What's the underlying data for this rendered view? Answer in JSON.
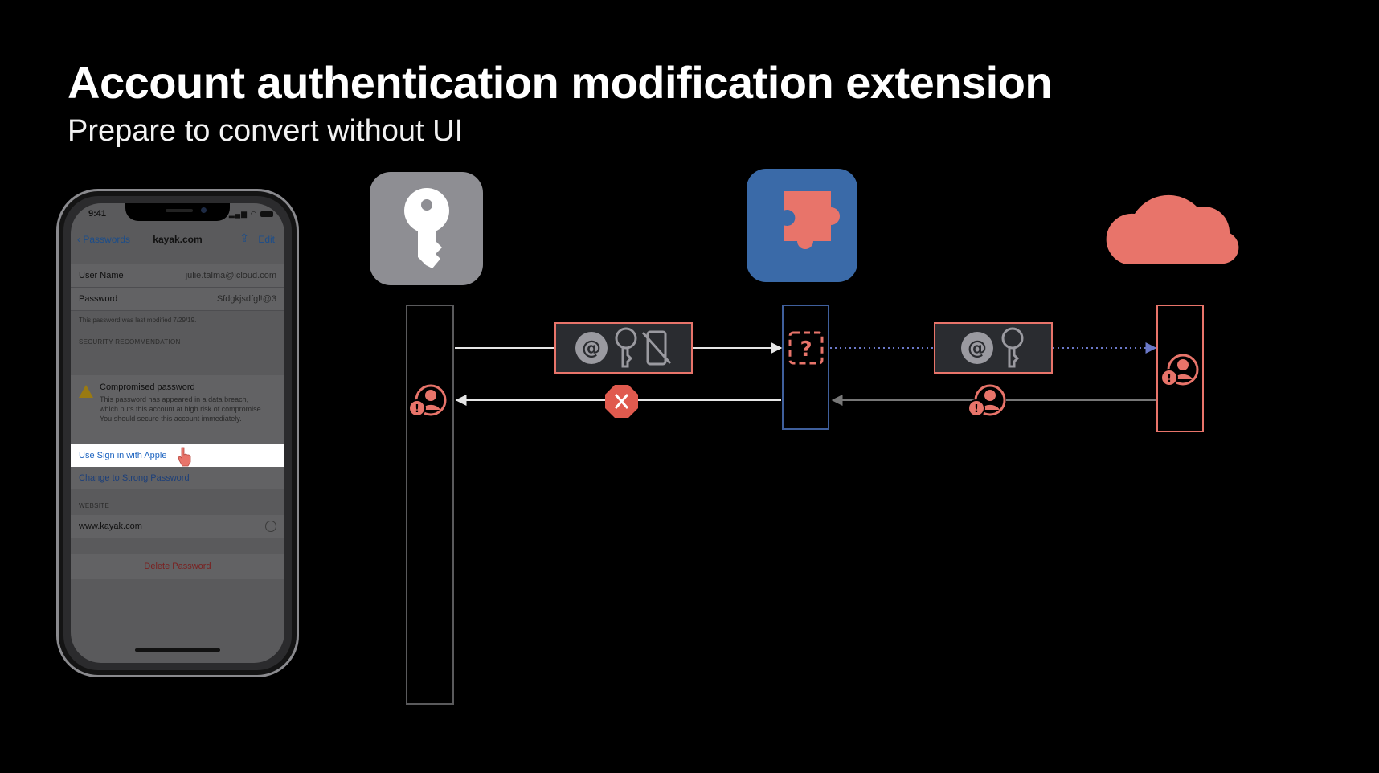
{
  "slide": {
    "title": "Account authentication modification extension",
    "subtitle": "Prepare to convert without UI"
  },
  "phone": {
    "status_time": "9:41",
    "nav": {
      "back_label": "Passwords",
      "title": "kayak.com",
      "edit_label": "Edit"
    },
    "fields": [
      {
        "label": "User Name",
        "value": "julie.talma@icloud.com"
      },
      {
        "label": "Password",
        "value": "Sfdgkjsdfgl!@3"
      }
    ],
    "modified_note": "This password was last modified 7/29/19.",
    "security_header": "SECURITY RECOMMENDATION",
    "warning": {
      "title": "Compromised password",
      "text": "This password has appeared in a data breach, which puts this account at high risk of compromise. You should secure this account immediately."
    },
    "sign_in_with_apple_label": "Use Sign in with Apple",
    "change_password_label": "Change to Strong Password",
    "website_header": "WEBSITE",
    "website_value": "www.kayak.com",
    "delete_label": "Delete Password"
  },
  "diagram": {
    "icons": [
      "passwords-key-icon",
      "extension-puzzle-icon",
      "cloud-server-icon"
    ],
    "colors": {
      "accent": "#e8746a",
      "extension_tile": "#3a6aa8",
      "passwords_tile": "#8e8e93",
      "lane_border": "#5a5a5c",
      "extension_lane_border": "#3f5f9c"
    }
  }
}
